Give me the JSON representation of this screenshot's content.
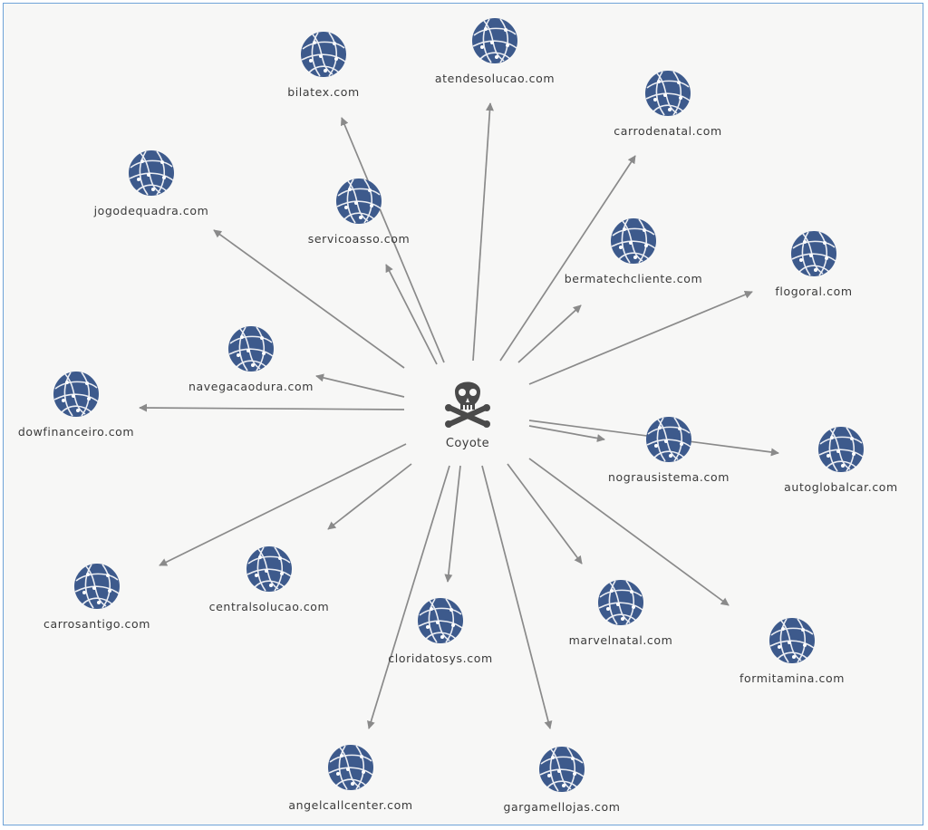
{
  "diagram": {
    "center": {
      "id": "coyote",
      "label": "Coyote",
      "icon": "skull-crossbones-icon"
    },
    "nodes": [
      {
        "id": "bilatex",
        "label": "bilatex.com",
        "icon": "globe-icon"
      },
      {
        "id": "atendesolucao",
        "label": "atendesolucao.com",
        "icon": "globe-icon"
      },
      {
        "id": "carrodenatal",
        "label": "carrodenatal.com",
        "icon": "globe-icon"
      },
      {
        "id": "jogodequadra",
        "label": "jogodequadra.com",
        "icon": "globe-icon"
      },
      {
        "id": "servicoasso",
        "label": "servicoasso.com",
        "icon": "globe-icon"
      },
      {
        "id": "bermatechcliente",
        "label": "bermatechcliente.com",
        "icon": "globe-icon"
      },
      {
        "id": "flogoral",
        "label": "flogoral.com",
        "icon": "globe-icon"
      },
      {
        "id": "navegacaodura",
        "label": "navegacaodura.com",
        "icon": "globe-icon"
      },
      {
        "id": "dowfinanceiro",
        "label": "dowfinanceiro.com",
        "icon": "globe-icon"
      },
      {
        "id": "nograusistema",
        "label": "nograusistema.com",
        "icon": "globe-icon"
      },
      {
        "id": "autoglobalcar",
        "label": "autoglobalcar.com",
        "icon": "globe-icon"
      },
      {
        "id": "carrosantigo",
        "label": "carrosantigo.com",
        "icon": "globe-icon"
      },
      {
        "id": "centralsolucao",
        "label": "centralsolucao.com",
        "icon": "globe-icon"
      },
      {
        "id": "cloridatosys",
        "label": "cloridatosys.com",
        "icon": "globe-icon"
      },
      {
        "id": "marvelnatal",
        "label": "marvelnatal.com",
        "icon": "globe-icon"
      },
      {
        "id": "formitamina",
        "label": "formitamina.com",
        "icon": "globe-icon"
      },
      {
        "id": "angelcallcenter",
        "label": "angelcallcenter.com",
        "icon": "globe-icon"
      },
      {
        "id": "gargamellojas",
        "label": "gargamellojas.com",
        "icon": "globe-icon"
      }
    ],
    "edges": [
      {
        "from": "coyote",
        "to": "bilatex"
      },
      {
        "from": "coyote",
        "to": "atendesolucao"
      },
      {
        "from": "coyote",
        "to": "carrodenatal"
      },
      {
        "from": "coyote",
        "to": "jogodequadra"
      },
      {
        "from": "coyote",
        "to": "servicoasso"
      },
      {
        "from": "coyote",
        "to": "bermatechcliente"
      },
      {
        "from": "coyote",
        "to": "flogoral"
      },
      {
        "from": "coyote",
        "to": "navegacaodura"
      },
      {
        "from": "coyote",
        "to": "dowfinanceiro"
      },
      {
        "from": "coyote",
        "to": "nograusistema"
      },
      {
        "from": "coyote",
        "to": "autoglobalcar"
      },
      {
        "from": "coyote",
        "to": "carrosantigo"
      },
      {
        "from": "coyote",
        "to": "centralsolucao"
      },
      {
        "from": "coyote",
        "to": "cloridatosys"
      },
      {
        "from": "coyote",
        "to": "marvelnatal"
      },
      {
        "from": "coyote",
        "to": "formitamina"
      },
      {
        "from": "coyote",
        "to": "angelcallcenter"
      },
      {
        "from": "coyote",
        "to": "gargamellojas"
      }
    ],
    "colors": {
      "globe": "#3d5a8c",
      "edge": "#8a8a8a",
      "skull": "#4a4a4a",
      "border": "#6fa3d8"
    }
  }
}
